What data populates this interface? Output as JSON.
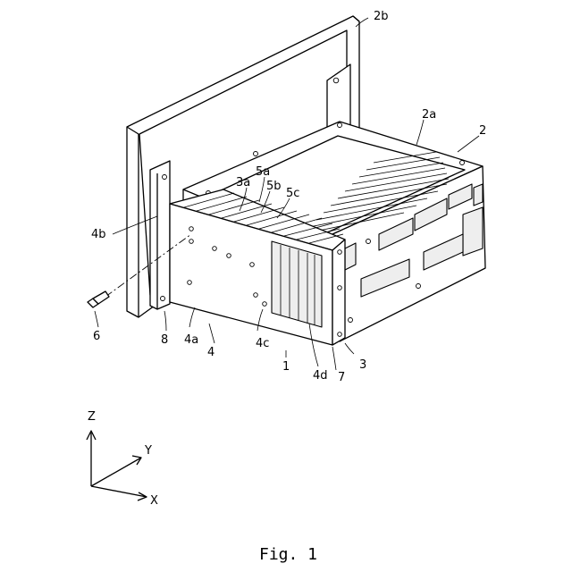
{
  "figure": {
    "caption": "Fig. 1",
    "labels": {
      "l1": "1",
      "l2": "2",
      "l2a": "2a",
      "l2b": "2b",
      "l3": "3",
      "l3a": "3a",
      "l4": "4",
      "l4a": "4a",
      "l4b": "4b",
      "l4c": "4c",
      "l4d": "4d",
      "l5a": "5a",
      "l5b": "5b",
      "l5c": "5c",
      "l6": "6",
      "l7": "7",
      "l8": "8"
    },
    "axes": {
      "z": "Z",
      "y": "Y",
      "x": "X"
    }
  }
}
